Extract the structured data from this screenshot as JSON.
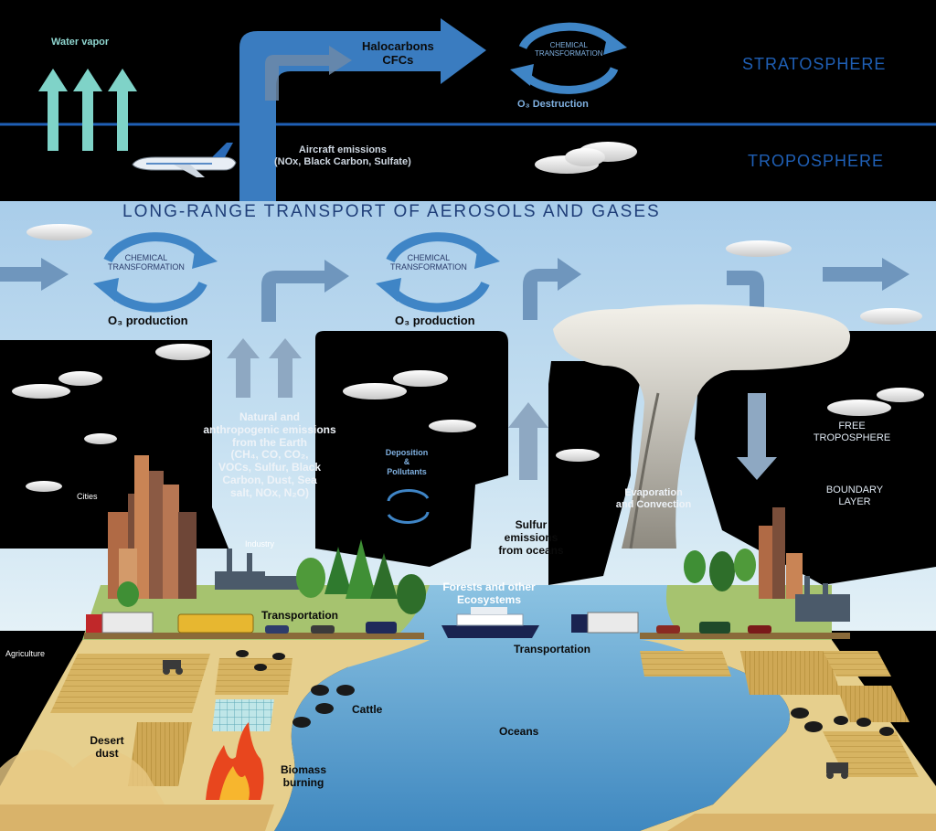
{
  "diagram": {
    "layers": {
      "stratosphere": "STRATOSPHERE",
      "troposphere": "TROPOSPHERE",
      "free_troposphere": "FREE\nTROPOSPHERE",
      "boundary_layer": "BOUNDARY\nLAYER"
    },
    "title": "LONG-RANGE TRANSPORT OF AEROSOLS AND GASES",
    "labels": {
      "water_vapor": "Water vapor",
      "halocarbons": "Halocarbons\nCFCs",
      "chem_transformation": "CHEMICAL\nTRANSFORMATION",
      "o3_destruction": "O₃ Destruction",
      "aircraft_emissions": "Aircraft emissions\n(NOx, Black Carbon, Sulfate)",
      "o3_production": "O₃ production",
      "natural_anthropogenic": "Natural and\nanthropogenic emissions\nfrom the Earth\n(CH₄, CO, CO₂,\nVOCs, Sulfur, Black\nCarbon, Dust, Sea\nsalt, NOx, N₂O)",
      "sulfur_oceans": "Sulfur\nemissions\nfrom oceans",
      "deposition": "Deposition\n&\nPollutants",
      "evaporation": "Evaporation\nand Convection",
      "forests": "Forests and other\nEcosystems",
      "transportation": "Transportation",
      "cities": "Cities",
      "industry": "Industry",
      "agriculture": "Agriculture",
      "cattle": "Cattle",
      "desert_dust": "Desert\ndust",
      "biomass": "Biomass\nburning",
      "oceans": "Oceans"
    },
    "colors": {
      "sky_light": "#cfe6f3",
      "sky_mid": "#8fb7dd",
      "arrow_blue": "#3f85c6",
      "boundary_line": "#1f5fb5",
      "ocean": "#4d93c6",
      "field": "#d9b768",
      "grass": "#9ac06b"
    }
  }
}
